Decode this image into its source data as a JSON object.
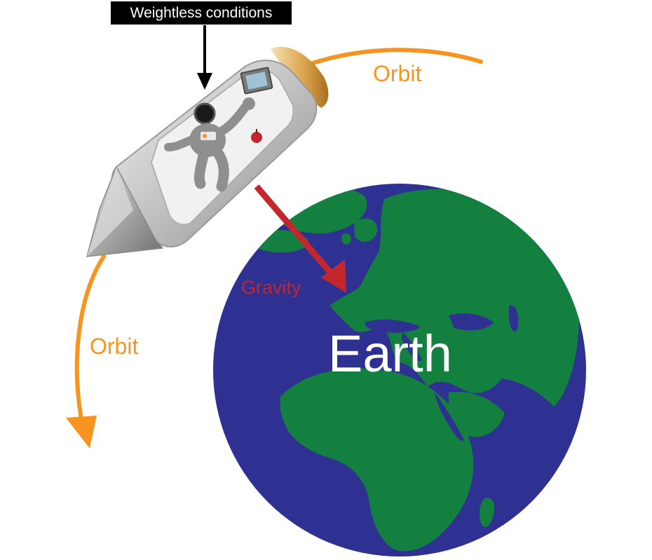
{
  "labels": {
    "weightless": "Weightless conditions",
    "orbit_top": "Orbit",
    "orbit_left": "Orbit",
    "gravity": "Gravity",
    "earth": "Earth"
  },
  "colors": {
    "orbit": "#f7931e",
    "gravity": "#c1272d",
    "ocean": "#2e3192",
    "land": "#14803f",
    "earth_label": "#ffffff",
    "callout_bg": "#000000",
    "callout_text": "#ffffff"
  },
  "icons": [
    "spacecraft-icon",
    "astronaut-icon",
    "apple-icon",
    "laptop-icon"
  ]
}
